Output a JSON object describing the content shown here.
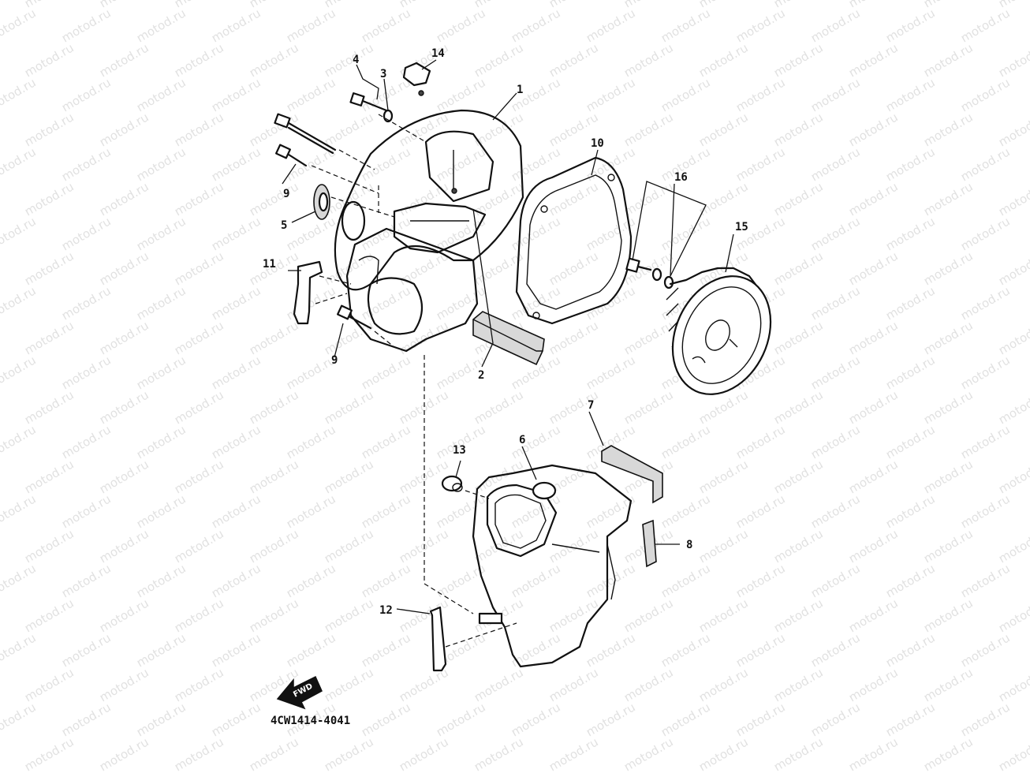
{
  "watermark": "motod.ru",
  "diagram_code": "4CW1414-4041",
  "fwd_label": "FWD",
  "callouts": {
    "c1": "1",
    "c2": "2",
    "c3": "3",
    "c4": "4",
    "c5": "5",
    "c6": "6",
    "c7": "7",
    "c8": "8",
    "c9a": "9",
    "c9b": "9",
    "c10": "10",
    "c11": "11",
    "c12": "12",
    "c13": "13",
    "c14": "14",
    "c15": "15",
    "c16": "16"
  },
  "colors": {
    "line": "#111111",
    "background": "#ffffff",
    "watermark": "#c9c9c9"
  }
}
